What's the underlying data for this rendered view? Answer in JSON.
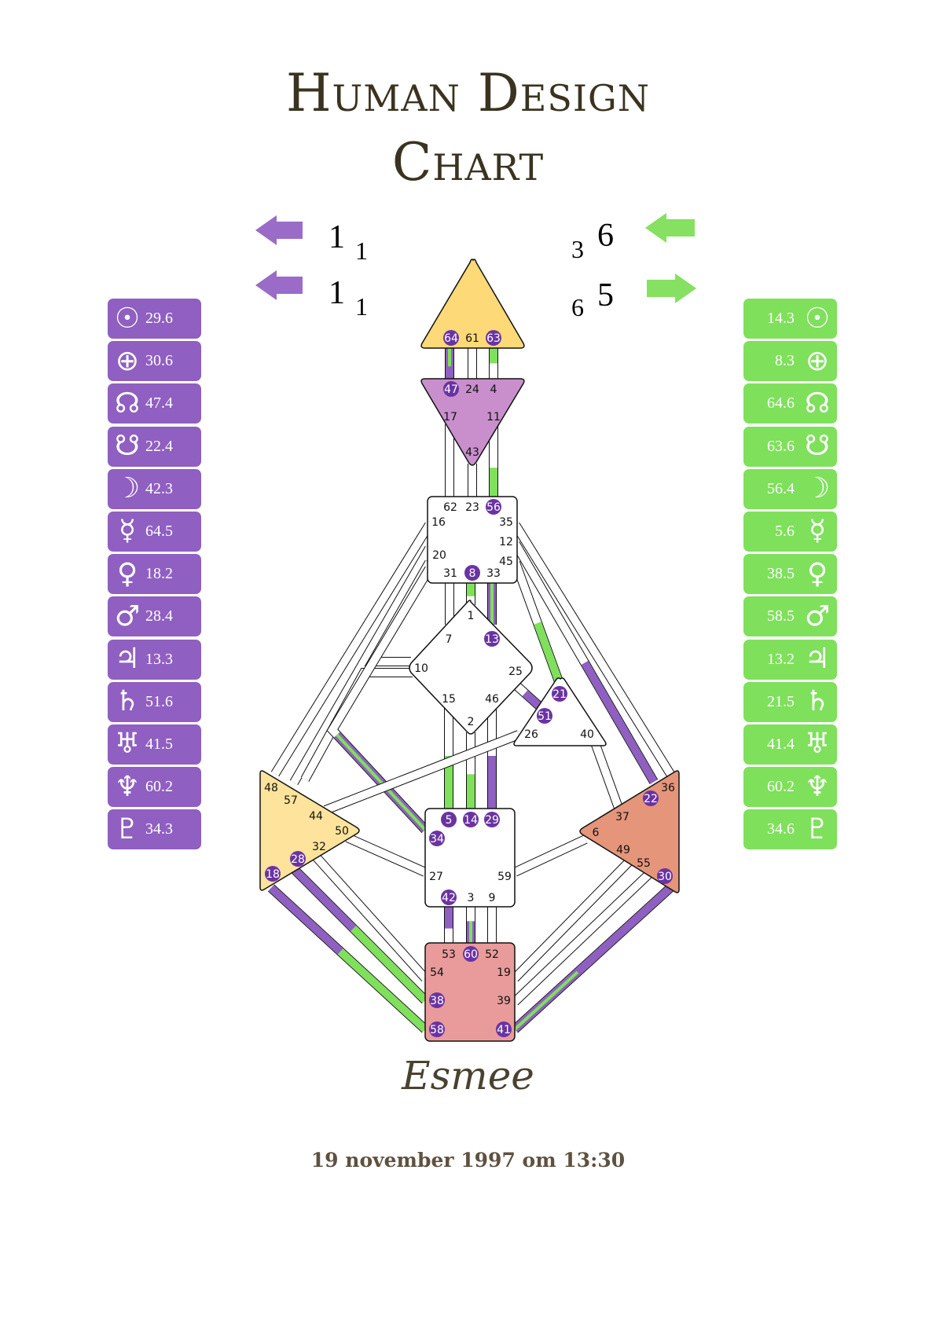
{
  "title": {
    "line1": "Human Design",
    "line2": "Chart"
  },
  "colors": {
    "design": "#8f5fc1",
    "personality": "#7fe05b",
    "gate_active": "#6a33a3"
  },
  "arrows": {
    "left": [
      {
        "icon": "arrow-left-icon",
        "main": "1",
        "sub": "1"
      },
      {
        "icon": "arrow-left-icon",
        "main": "1",
        "sub": "1"
      }
    ],
    "right": [
      {
        "icon": "arrow-left-icon",
        "sub": "3",
        "main": "6"
      },
      {
        "icon": "arrow-right-icon",
        "sub": "6",
        "main": "5"
      }
    ]
  },
  "design": [
    {
      "planet": "sun-icon",
      "glyph": "☉",
      "value": "29.6"
    },
    {
      "planet": "earth-icon",
      "glyph": "⊕",
      "value": "30.6"
    },
    {
      "planet": "north-node-icon",
      "glyph": "☊",
      "value": "47.4"
    },
    {
      "planet": "south-node-icon",
      "glyph": "☋",
      "value": "22.4"
    },
    {
      "planet": "moon-icon",
      "glyph": "☽",
      "value": "42.3"
    },
    {
      "planet": "mercury-icon",
      "glyph": "☿",
      "value": "64.5"
    },
    {
      "planet": "venus-icon",
      "glyph": "♀",
      "value": "18.2"
    },
    {
      "planet": "mars-icon",
      "glyph": "♂",
      "value": "28.4"
    },
    {
      "planet": "jupiter-icon",
      "glyph": "♃",
      "value": "13.3"
    },
    {
      "planet": "saturn-icon",
      "glyph": "♄",
      "value": "51.6"
    },
    {
      "planet": "uranus-icon",
      "glyph": "♅",
      "value": "41.5"
    },
    {
      "planet": "neptune-icon",
      "glyph": "♆",
      "value": "60.2"
    },
    {
      "planet": "pluto-icon",
      "glyph": "♇",
      "value": "34.3"
    }
  ],
  "personality": [
    {
      "planet": "sun-icon",
      "glyph": "☉",
      "value": "14.3"
    },
    {
      "planet": "earth-icon",
      "glyph": "⊕",
      "value": "8.3"
    },
    {
      "planet": "north-node-icon",
      "glyph": "☊",
      "value": "64.6"
    },
    {
      "planet": "south-node-icon",
      "glyph": "☋",
      "value": "63.6"
    },
    {
      "planet": "moon-icon",
      "glyph": "☽",
      "value": "56.4"
    },
    {
      "planet": "mercury-icon",
      "glyph": "☿",
      "value": "5.6"
    },
    {
      "planet": "venus-icon",
      "glyph": "♀",
      "value": "38.5"
    },
    {
      "planet": "mars-icon",
      "glyph": "♂",
      "value": "58.5"
    },
    {
      "planet": "jupiter-icon",
      "glyph": "♃",
      "value": "13.2"
    },
    {
      "planet": "saturn-icon",
      "glyph": "♄",
      "value": "21.5"
    },
    {
      "planet": "uranus-icon",
      "glyph": "♅",
      "value": "41.4"
    },
    {
      "planet": "neptune-icon",
      "glyph": "♆",
      "value": "60.2"
    },
    {
      "planet": "pluto-icon",
      "glyph": "♇",
      "value": "34.6"
    }
  ],
  "centers": [
    {
      "id": "head",
      "fill": "#fdd977",
      "gates": [
        "64",
        "61",
        "63"
      ]
    },
    {
      "id": "ajna",
      "fill": "#c88fcc",
      "gates": [
        "47",
        "24",
        "4",
        "17",
        "11",
        "43"
      ]
    },
    {
      "id": "throat",
      "fill": "#ffffff",
      "gates": [
        "62",
        "23",
        "56",
        "16",
        "35",
        "12",
        "20",
        "45",
        "31",
        "8",
        "33"
      ]
    },
    {
      "id": "g",
      "fill": "#ffffff",
      "gates": [
        "1",
        "7",
        "13",
        "10",
        "25",
        "15",
        "46",
        "2"
      ]
    },
    {
      "id": "ego",
      "fill": "#ffffff",
      "gates": [
        "21",
        "51",
        "26",
        "40"
      ]
    },
    {
      "id": "spleen",
      "fill": "#fde39b",
      "gates": [
        "48",
        "57",
        "44",
        "50",
        "32",
        "28",
        "18"
      ]
    },
    {
      "id": "solar-plexus",
      "fill": "#e4957a",
      "gates": [
        "36",
        "22",
        "37",
        "6",
        "49",
        "55",
        "30"
      ]
    },
    {
      "id": "sacral",
      "fill": "#ffffff",
      "gates": [
        "5",
        "14",
        "29",
        "34",
        "27",
        "59",
        "42",
        "3",
        "9"
      ]
    },
    {
      "id": "root",
      "fill": "#e89b9a",
      "gates": [
        "53",
        "60",
        "52",
        "54",
        "19",
        "38",
        "39",
        "58",
        "41"
      ]
    }
  ],
  "active_gates": [
    "64",
    "63",
    "47",
    "56",
    "8",
    "13",
    "21",
    "51",
    "5",
    "14",
    "29",
    "34",
    "42",
    "60",
    "22",
    "30",
    "28",
    "18",
    "38",
    "58",
    "41"
  ],
  "channels": [
    {
      "id": "64-47",
      "fills": [
        {
          "c": "design",
          "f": [
            0,
            1
          ]
        },
        {
          "c": "personality",
          "f": [
            0,
            0.6
          ],
          "thin": true
        }
      ]
    },
    {
      "id": "61-24",
      "fills": []
    },
    {
      "id": "63-4",
      "fills": [
        {
          "c": "personality",
          "f": [
            0,
            0.5
          ]
        }
      ]
    },
    {
      "id": "17-62",
      "fills": []
    },
    {
      "id": "43-23",
      "fills": []
    },
    {
      "id": "11-56",
      "fills": [
        {
          "c": "personality",
          "f": [
            0.6,
            1
          ]
        }
      ]
    },
    {
      "id": "31-7",
      "fills": []
    },
    {
      "id": "8-1",
      "fills": [
        {
          "c": "personality",
          "f": [
            0,
            0.6
          ]
        }
      ]
    },
    {
      "id": "33-13",
      "fills": [
        {
          "c": "design",
          "f": [
            0,
            1
          ]
        },
        {
          "c": "personality",
          "f": [
            0,
            1
          ],
          "thin": true
        }
      ]
    },
    {
      "id": "15-5",
      "fills": [
        {
          "c": "personality",
          "f": [
            0.55,
            1
          ]
        }
      ]
    },
    {
      "id": "2-14",
      "fills": [
        {
          "c": "personality",
          "f": [
            0.55,
            1
          ]
        }
      ]
    },
    {
      "id": "46-29",
      "fills": [
        {
          "c": "design",
          "f": [
            0.55,
            1
          ]
        }
      ]
    },
    {
      "id": "42-53",
      "fills": [
        {
          "c": "design",
          "f": [
            0,
            0.6
          ]
        }
      ]
    },
    {
      "id": "3-60",
      "fills": [
        {
          "c": "design",
          "f": [
            0.4,
            1
          ]
        },
        {
          "c": "personality",
          "f": [
            0.4,
            1
          ],
          "thin": true
        }
      ]
    },
    {
      "id": "9-52",
      "fills": []
    },
    {
      "id": "16-48",
      "fills": []
    },
    {
      "id": "20-57",
      "fills": []
    },
    {
      "id": "10-20",
      "fills": []
    },
    {
      "id": "10-57",
      "fills": []
    },
    {
      "id": "20-34",
      "fills": [
        {
          "c": "design",
          "f": [
            0.6,
            1
          ]
        },
        {
          "c": "personality",
          "f": [
            0.6,
            1
          ],
          "thin": true
        }
      ]
    },
    {
      "id": "35-36",
      "fills": []
    },
    {
      "id": "12-22",
      "fills": [
        {
          "c": "design",
          "f": [
            0.5,
            1
          ]
        }
      ]
    },
    {
      "id": "45-21",
      "fills": [
        {
          "c": "personality",
          "f": [
            0.5,
            1
          ]
        }
      ]
    },
    {
      "id": "25-51",
      "fills": [
        {
          "c": "design",
          "f": [
            0.45,
            1
          ]
        }
      ]
    },
    {
      "id": "26-44",
      "fills": []
    },
    {
      "id": "40-37",
      "fills": []
    },
    {
      "id": "50-27",
      "fills": []
    },
    {
      "id": "59-6",
      "fills": []
    },
    {
      "id": "32-54",
      "fills": []
    },
    {
      "id": "28-38",
      "fills": [
        {
          "c": "design",
          "f": [
            0,
            0.45
          ]
        },
        {
          "c": "personality",
          "f": [
            0.45,
            1
          ]
        }
      ]
    },
    {
      "id": "18-58",
      "fills": [
        {
          "c": "design",
          "f": [
            0,
            0.45
          ]
        },
        {
          "c": "personality",
          "f": [
            0.45,
            1
          ]
        }
      ]
    },
    {
      "id": "19-49",
      "fills": []
    },
    {
      "id": "39-55",
      "fills": []
    },
    {
      "id": "41-30",
      "fills": [
        {
          "c": "design",
          "f": [
            0,
            1
          ]
        },
        {
          "c": "personality",
          "f": [
            0,
            0.4
          ],
          "thin": true
        }
      ]
    }
  ],
  "person": {
    "name": "Esmee",
    "birth": "19 november 1997 om 13:30"
  }
}
